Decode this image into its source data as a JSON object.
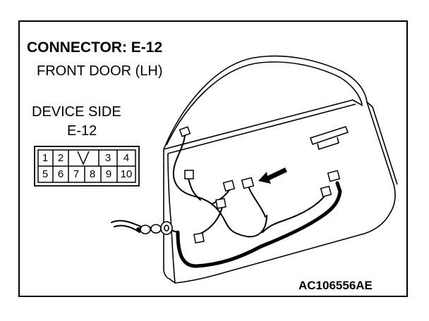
{
  "title": "CONNECTOR: E-12",
  "subtitle": "FRONT DOOR (LH)",
  "device_side": "DEVICE SIDE",
  "connector_id": "E-12",
  "pins_top": [
    "1",
    "2",
    "",
    "3",
    "4"
  ],
  "pins_bottom": [
    "5",
    "6",
    "7",
    "8",
    "9",
    "10"
  ],
  "figure_code": "AC106556AE"
}
